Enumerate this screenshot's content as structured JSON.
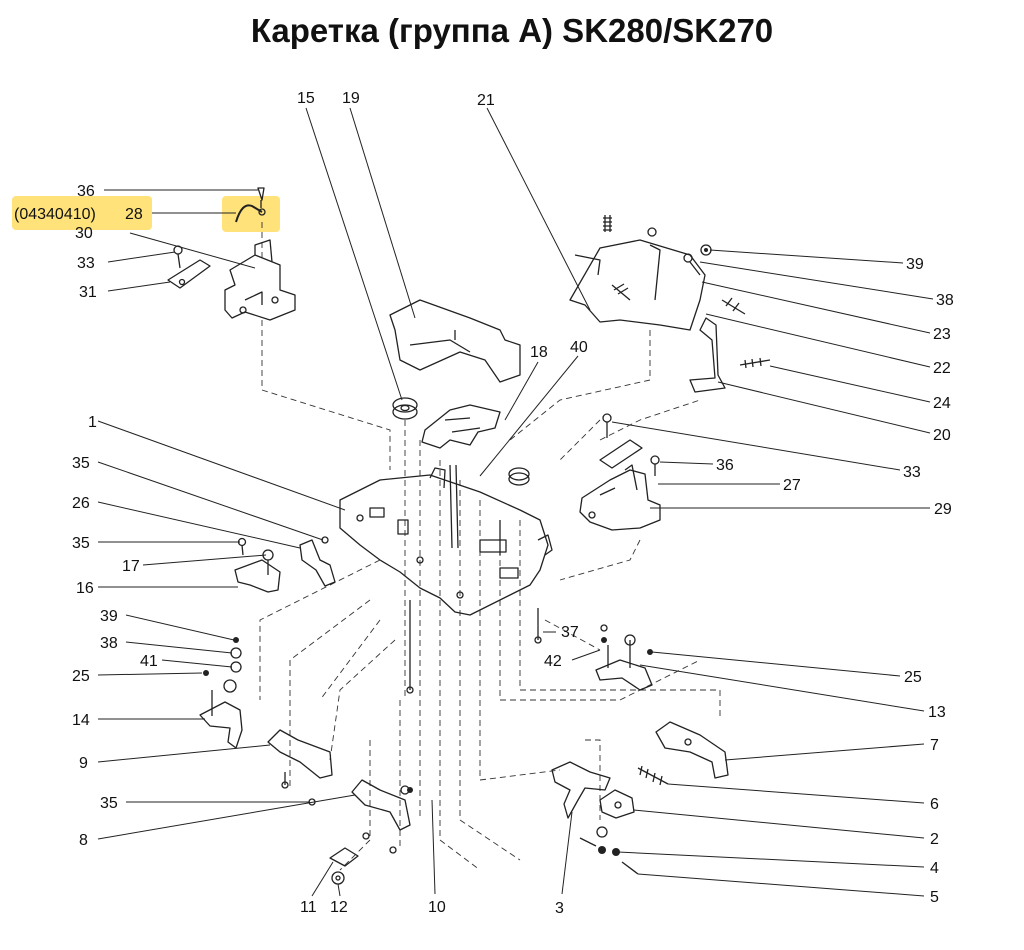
{
  "title": "Каретка (группа А) SK280/SK270",
  "highlight_part_number": "(04340410)",
  "callouts": [
    {
      "id": "c36a",
      "label": "36"
    },
    {
      "id": "c28",
      "label": "28"
    },
    {
      "id": "c30",
      "label": "30"
    },
    {
      "id": "c33a",
      "label": "33"
    },
    {
      "id": "c31",
      "label": "31"
    },
    {
      "id": "c15",
      "label": "15"
    },
    {
      "id": "c19",
      "label": "19"
    },
    {
      "id": "c21",
      "label": "21"
    },
    {
      "id": "c18",
      "label": "18"
    },
    {
      "id": "c40",
      "label": "40"
    },
    {
      "id": "c39a",
      "label": "39"
    },
    {
      "id": "c38a",
      "label": "38"
    },
    {
      "id": "c23",
      "label": "23"
    },
    {
      "id": "c22",
      "label": "22"
    },
    {
      "id": "c24",
      "label": "24"
    },
    {
      "id": "c20",
      "label": "20"
    },
    {
      "id": "c33b",
      "label": "33"
    },
    {
      "id": "c36b",
      "label": "36"
    },
    {
      "id": "c27",
      "label": "27"
    },
    {
      "id": "c29",
      "label": "29"
    },
    {
      "id": "c1",
      "label": "1"
    },
    {
      "id": "c35a",
      "label": "35"
    },
    {
      "id": "c26",
      "label": "26"
    },
    {
      "id": "c35b",
      "label": "35"
    },
    {
      "id": "c17",
      "label": "17"
    },
    {
      "id": "c16",
      "label": "16"
    },
    {
      "id": "c39b",
      "label": "39"
    },
    {
      "id": "c38b",
      "label": "38"
    },
    {
      "id": "c41",
      "label": "41"
    },
    {
      "id": "c25a",
      "label": "25"
    },
    {
      "id": "c14",
      "label": "14"
    },
    {
      "id": "c9",
      "label": "9"
    },
    {
      "id": "c35c",
      "label": "35"
    },
    {
      "id": "c8",
      "label": "8"
    },
    {
      "id": "c11",
      "label": "11"
    },
    {
      "id": "c12",
      "label": "12"
    },
    {
      "id": "c10",
      "label": "10"
    },
    {
      "id": "c37",
      "label": "37"
    },
    {
      "id": "c42",
      "label": "42"
    },
    {
      "id": "c25b",
      "label": "25"
    },
    {
      "id": "c13",
      "label": "13"
    },
    {
      "id": "c7",
      "label": "7"
    },
    {
      "id": "c6",
      "label": "6"
    },
    {
      "id": "c2",
      "label": "2"
    },
    {
      "id": "c4",
      "label": "4"
    },
    {
      "id": "c5",
      "label": "5"
    },
    {
      "id": "c3",
      "label": "3"
    }
  ]
}
